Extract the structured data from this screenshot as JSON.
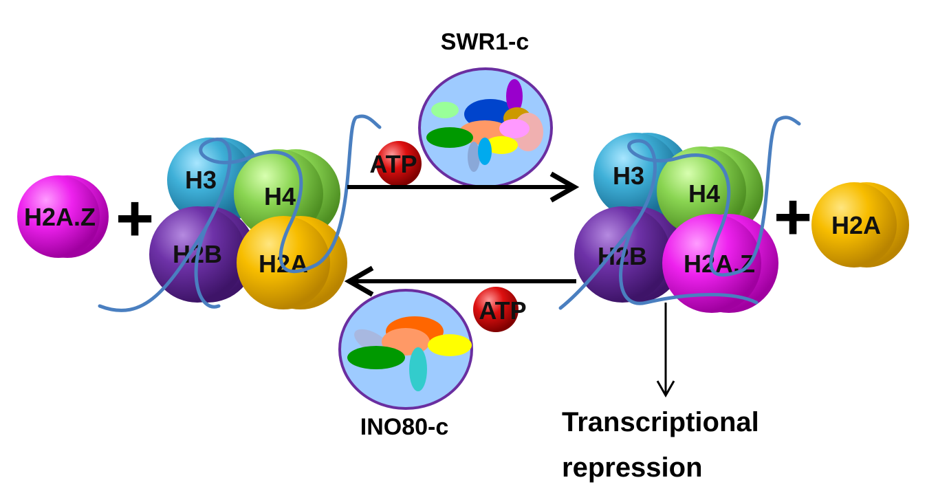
{
  "labels": {
    "swr1": "SWR1-c",
    "ino80": "INO80-c",
    "atp_top": "ATP",
    "atp_bottom": "ATP",
    "plus_left": "+",
    "plus_right": "+",
    "outcome_line1": "Transcriptional",
    "outcome_line2": "repression"
  },
  "free_histones": {
    "left": "H2A.Z",
    "right": "H2A"
  },
  "nucleosome_left": {
    "h3": "H3",
    "h4": "H4",
    "h2b": "H2B",
    "h2a": "H2A"
  },
  "nucleosome_right": {
    "h3": "H3",
    "h4": "H4",
    "h2b": "H2B",
    "h2az": "H2A.Z"
  },
  "colors": {
    "h2az": "#e600e6",
    "h2a": "#f2b800",
    "h3": "#3aa6cf",
    "h4": "#86cf4e",
    "h2b": "#6a2ea0",
    "atp": "#d00000",
    "complex_fill": "#9ecbff",
    "complex_border": "#6a2ea0",
    "dna": "#4a7fc0",
    "arrow": "#000000"
  }
}
